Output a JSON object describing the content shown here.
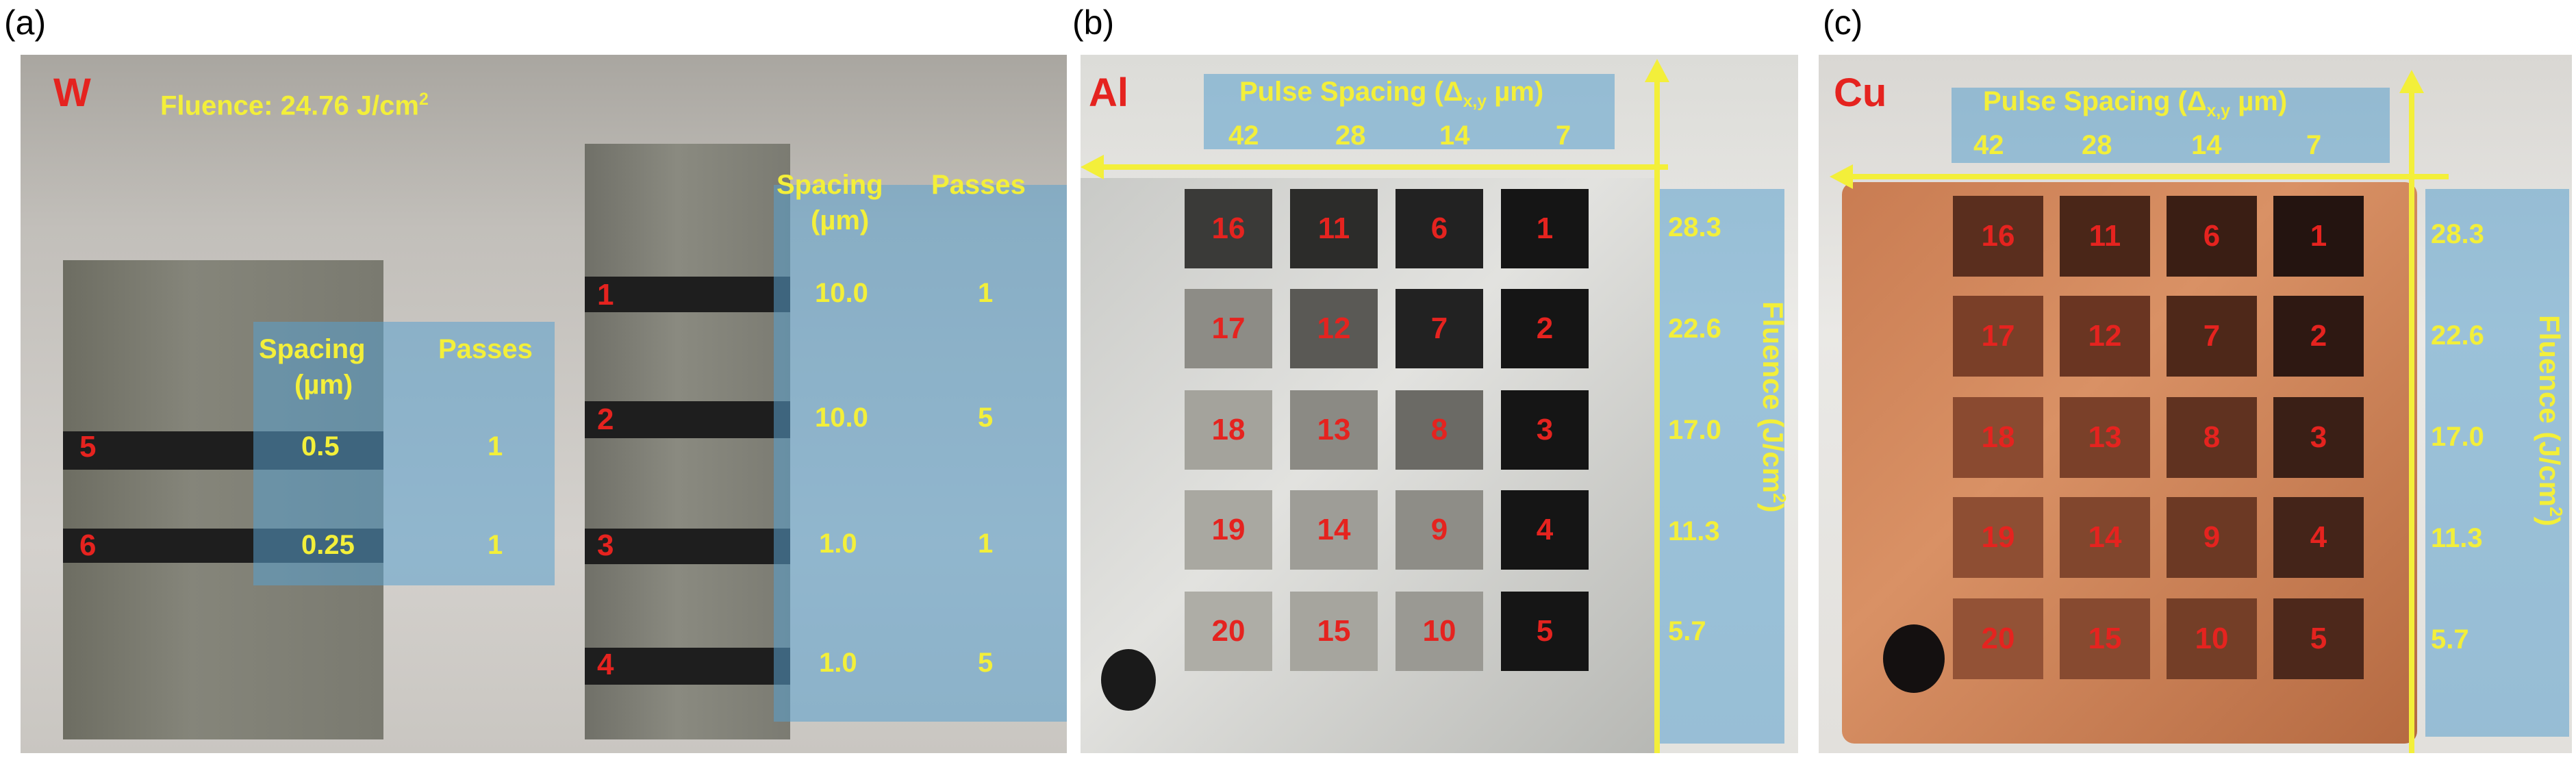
{
  "panel_a": {
    "letter": "(a)",
    "element": "W",
    "fluence_label": "Fluence: 24.76 J/cm",
    "fluence_sup": "2",
    "left_sample": {
      "header_spacing": "Spacing",
      "header_unit": "(µm)",
      "header_passes": "Passes",
      "rows": [
        {
          "id": "5",
          "spacing": "0.5",
          "passes": "1"
        },
        {
          "id": "6",
          "spacing": "0.25",
          "passes": "1"
        }
      ]
    },
    "right_sample": {
      "header_spacing": "Spacing",
      "header_unit": "(µm)",
      "header_passes": "Passes",
      "rows": [
        {
          "id": "1",
          "spacing": "10.0",
          "passes": "1"
        },
        {
          "id": "2",
          "spacing": "10.0",
          "passes": "5"
        },
        {
          "id": "3",
          "spacing": "1.0",
          "passes": "1"
        },
        {
          "id": "4",
          "spacing": "1.0",
          "passes": "5"
        }
      ]
    }
  },
  "panel_b": {
    "letter": "(b)",
    "element": "Al",
    "pulse_label": "Pulse Spacing (Δ",
    "pulse_sub": "x,y",
    "pulse_unit": " µm)",
    "spacings": [
      "42",
      "28",
      "14",
      "7"
    ],
    "fluences": [
      "28.3",
      "22.6",
      "17.0",
      "11.3",
      "5.7"
    ],
    "fluence_axis": "Fluence (J/cm",
    "fluence_axis_sup": "2",
    "fluence_axis_end": ")",
    "grid": [
      [
        "16",
        "11",
        "6",
        "1"
      ],
      [
        "17",
        "12",
        "7",
        "2"
      ],
      [
        "18",
        "13",
        "8",
        "3"
      ],
      [
        "19",
        "14",
        "9",
        "4"
      ],
      [
        "20",
        "15",
        "10",
        "5"
      ]
    ]
  },
  "panel_c": {
    "letter": "(c)",
    "element": "Cu",
    "pulse_label": "Pulse Spacing (Δ",
    "pulse_sub": "x,y",
    "pulse_unit": " µm)",
    "spacings": [
      "42",
      "28",
      "14",
      "7"
    ],
    "fluences": [
      "28.3",
      "22.6",
      "17.0",
      "11.3",
      "5.7"
    ],
    "fluence_axis": "Fluence (J/cm",
    "fluence_axis_sup": "2",
    "fluence_axis_end": ")",
    "grid": [
      [
        "16",
        "11",
        "6",
        "1"
      ],
      [
        "17",
        "12",
        "7",
        "2"
      ],
      [
        "18",
        "13",
        "8",
        "3"
      ],
      [
        "19",
        "14",
        "9",
        "4"
      ],
      [
        "20",
        "15",
        "10",
        "5"
      ]
    ]
  },
  "colors": {
    "label_yellow": "#f3ef3a",
    "label_red": "#e5231f",
    "overlay_blue": "#5aa0cd"
  }
}
